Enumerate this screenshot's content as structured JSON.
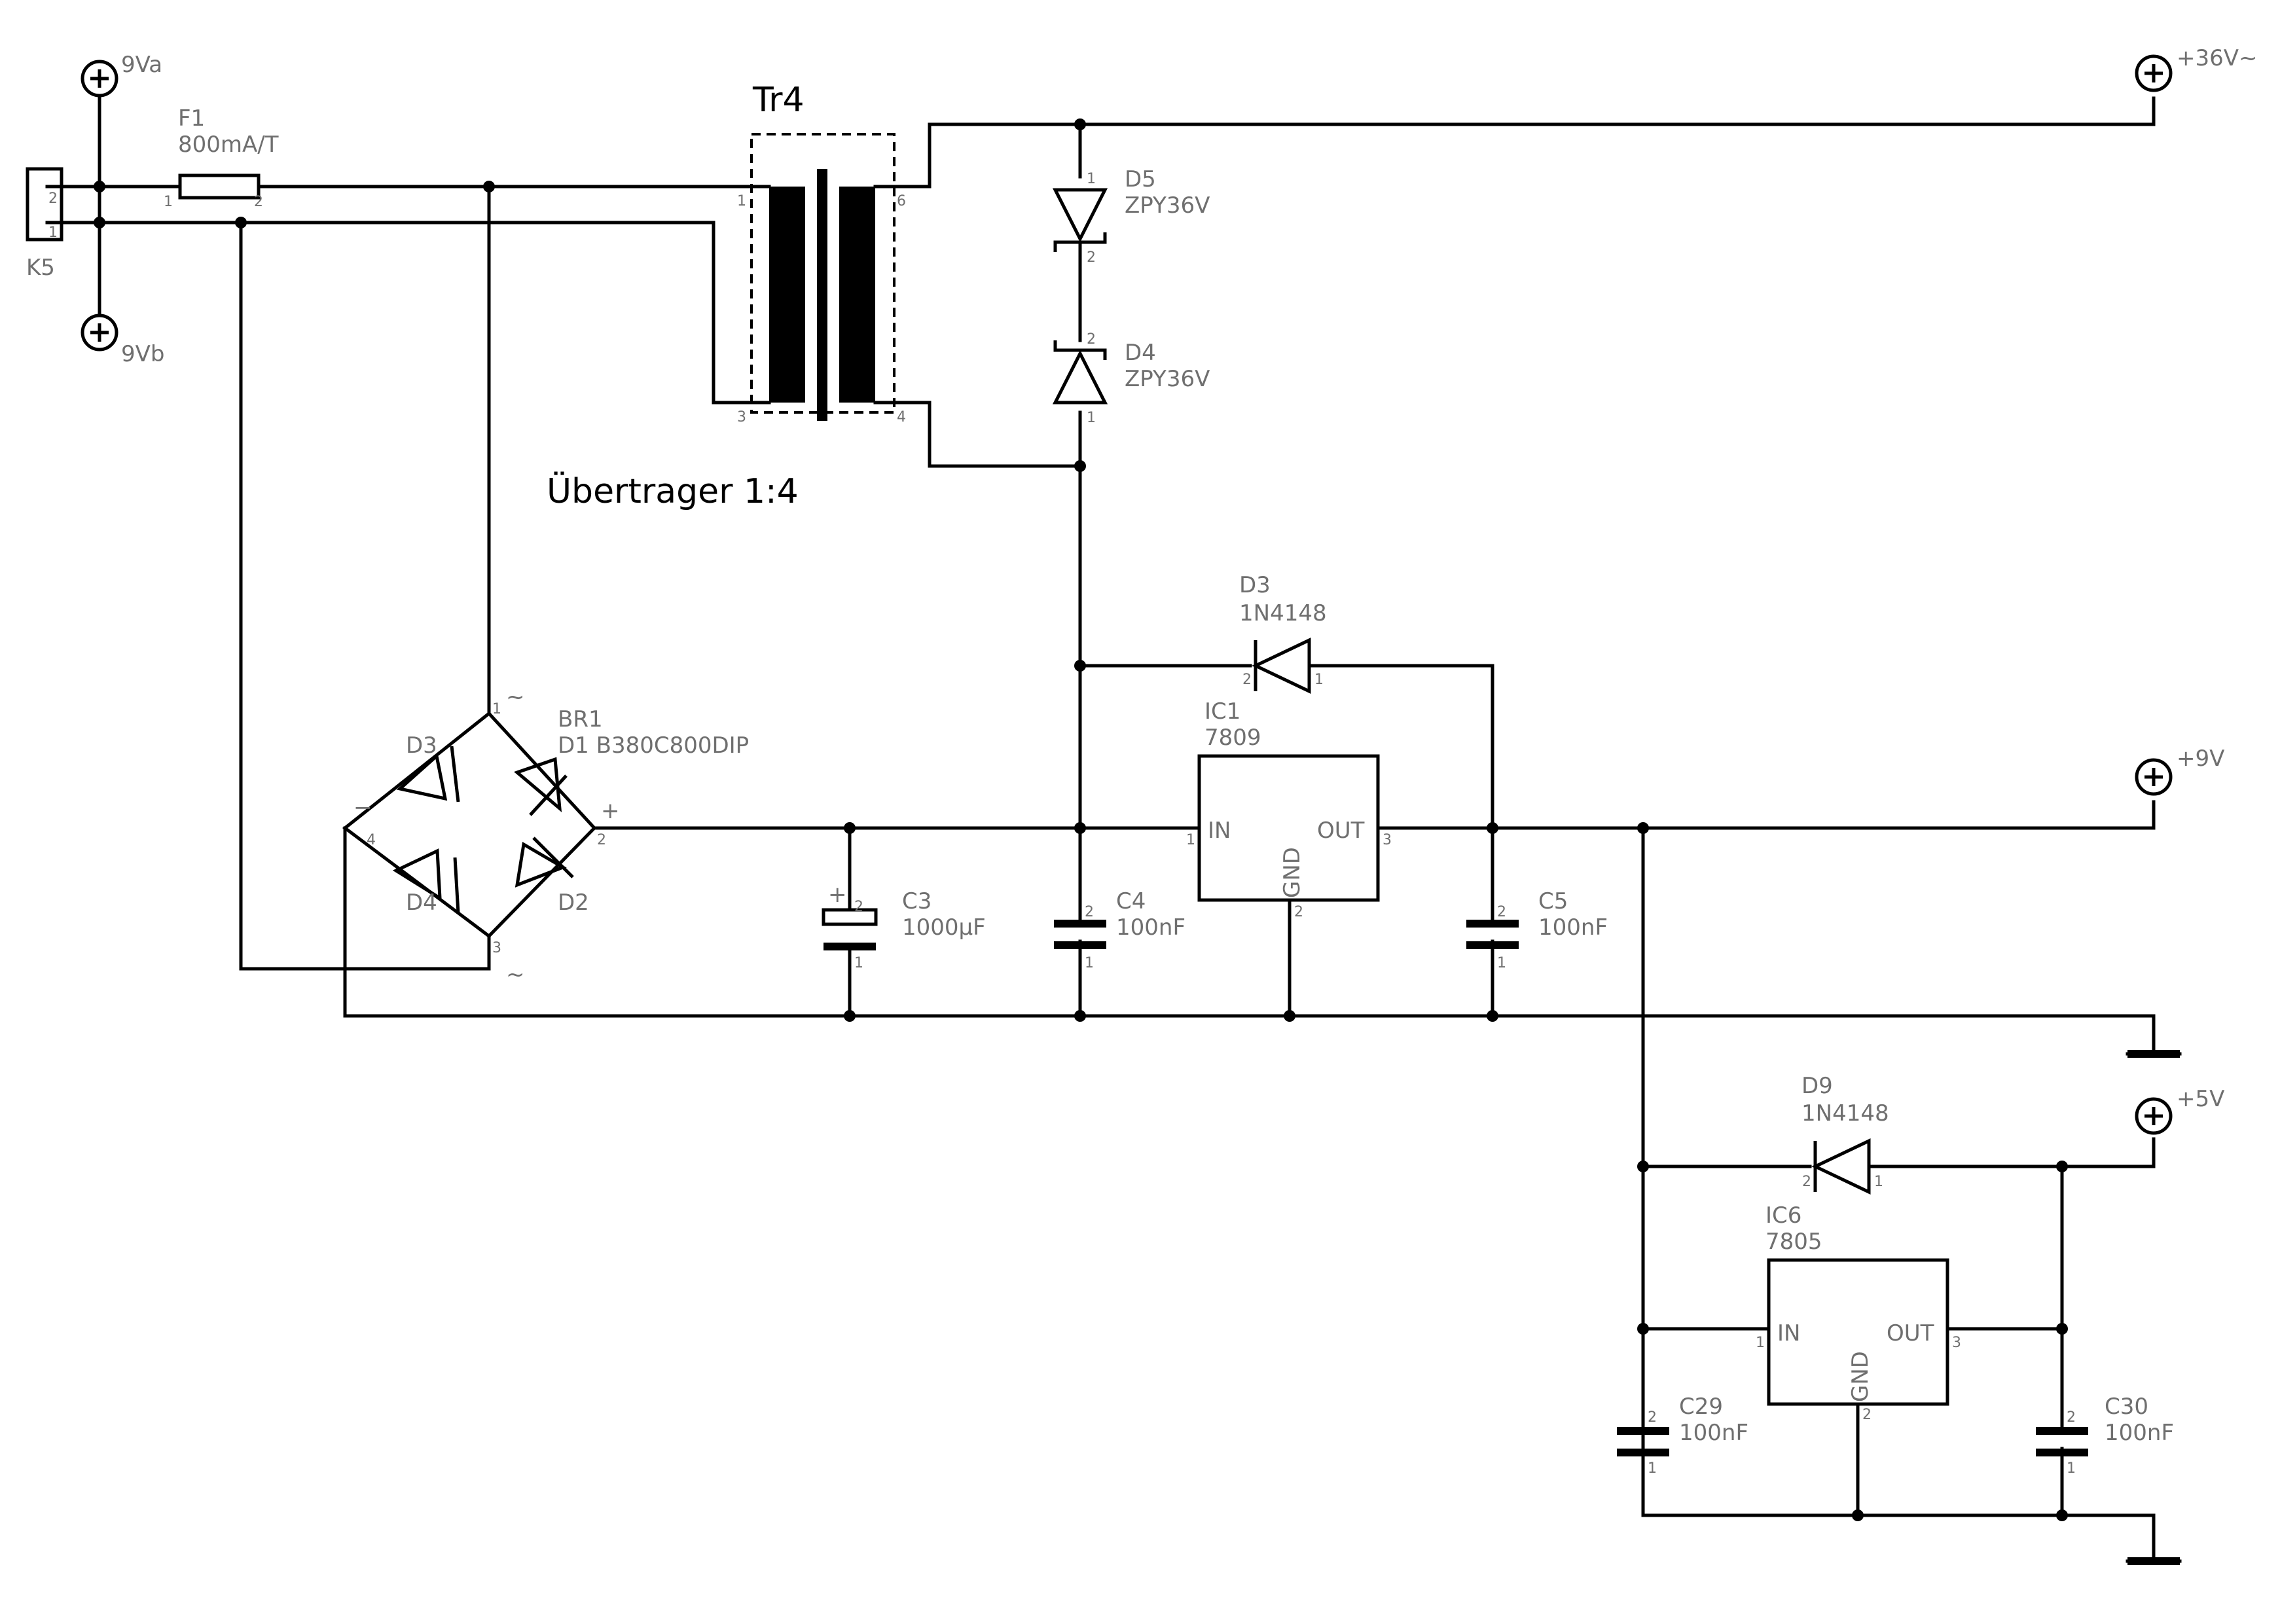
{
  "supplies": {
    "v9a": "9Va",
    "v9b": "9Vb",
    "v36": "+36V~",
    "v9": "+9V",
    "v5": "+5V"
  },
  "connector": {
    "ref": "K5",
    "pin1": "1",
    "pin2": "2"
  },
  "fuse": {
    "ref": "F1",
    "value": "800mA/T",
    "pin1": "1",
    "pin2": "2"
  },
  "transformer": {
    "ref": "Tr4",
    "description": "Übertrager 1:4",
    "pin1": "1",
    "pin3": "3",
    "pin4": "4",
    "pin6": "6"
  },
  "zener_d5": {
    "ref": "D5",
    "value": "ZPY36V",
    "pin1": "1",
    "pin2": "2"
  },
  "zener_d4": {
    "ref": "D4",
    "value": "ZPY36V",
    "pin1": "1",
    "pin2": "2"
  },
  "diode_d3": {
    "ref": "D3",
    "value": "1N4148",
    "pin1": "1",
    "pin2": "2"
  },
  "diode_d9": {
    "ref": "D9",
    "value": "1N4148",
    "pin1": "1",
    "pin2": "2"
  },
  "bridge": {
    "ref": "BR1",
    "value": "D1 B380C800DIP",
    "d1": "D3",
    "d2": "D4",
    "d3": "D2",
    "pin1": "1",
    "pin2": "2",
    "pin3": "3",
    "pin4": "4",
    "ac": "~",
    "plus": "+",
    "minus": "−"
  },
  "ic1": {
    "ref": "IC1",
    "value": "7809",
    "in": "IN",
    "out": "OUT",
    "gnd": "GND",
    "pin1": "1",
    "pin2": "2",
    "pin3": "3"
  },
  "ic6": {
    "ref": "IC6",
    "value": "7805",
    "in": "IN",
    "out": "OUT",
    "gnd": "GND",
    "pin1": "1",
    "pin2": "2",
    "pin3": "3"
  },
  "c3": {
    "ref": "C3",
    "value": "1000µF",
    "pin1": "1",
    "pin2": "2",
    "plus": "+"
  },
  "c4": {
    "ref": "C4",
    "value": "100nF",
    "pin1": "1",
    "pin2": "2"
  },
  "c5": {
    "ref": "C5",
    "value": "100nF",
    "pin1": "1",
    "pin2": "2"
  },
  "c29": {
    "ref": "C29",
    "value": "100nF",
    "pin1": "1",
    "pin2": "2"
  },
  "c30": {
    "ref": "C30",
    "value": "100nF",
    "pin1": "1",
    "pin2": "2"
  }
}
